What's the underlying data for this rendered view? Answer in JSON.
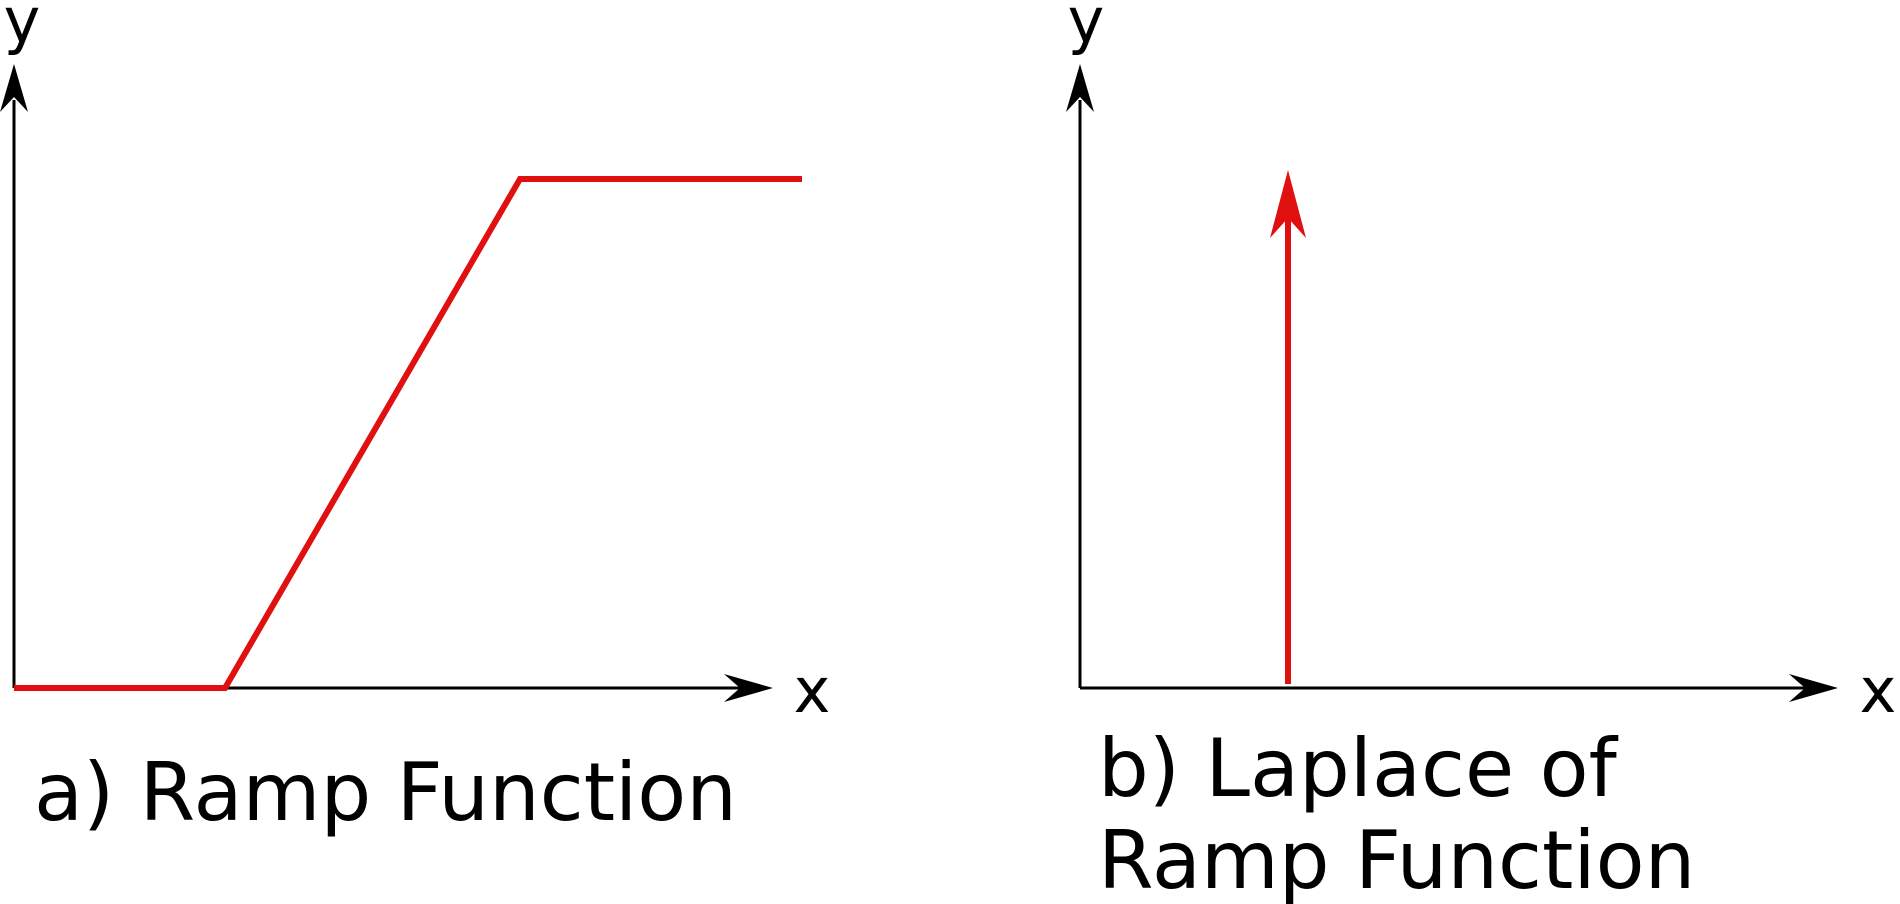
{
  "panels": [
    {
      "id": "a",
      "caption_lines": [
        "a) Ramp Function"
      ],
      "x_axis_label": "x",
      "y_axis_label": "y",
      "curve": "ramp"
    },
    {
      "id": "b",
      "caption_lines": [
        "b) Laplace of",
        "Ramp Function"
      ],
      "x_axis_label": "x",
      "y_axis_label": "y",
      "curve": "impulse"
    }
  ],
  "colors": {
    "axes": "#000000",
    "signal": "#e01010",
    "background": "#ffffff"
  }
}
